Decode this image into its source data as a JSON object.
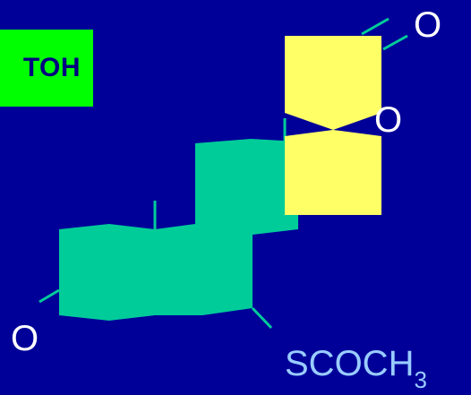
{
  "label": {
    "text": "ТОН"
  },
  "atoms": {
    "o_top": "O",
    "o_ring": "O",
    "o_left": "O",
    "scoch3_main": "SCOCH",
    "scoch3_sub": "3"
  },
  "colors": {
    "background": "#000099",
    "label_fill": "#00ff00",
    "label_text": "#000080",
    "ring_green": "#00cc99",
    "ring_yellow": "#ffff66",
    "bond": "#00cc99",
    "atom_text": "#ffffff",
    "group_text": "#99ccff"
  }
}
